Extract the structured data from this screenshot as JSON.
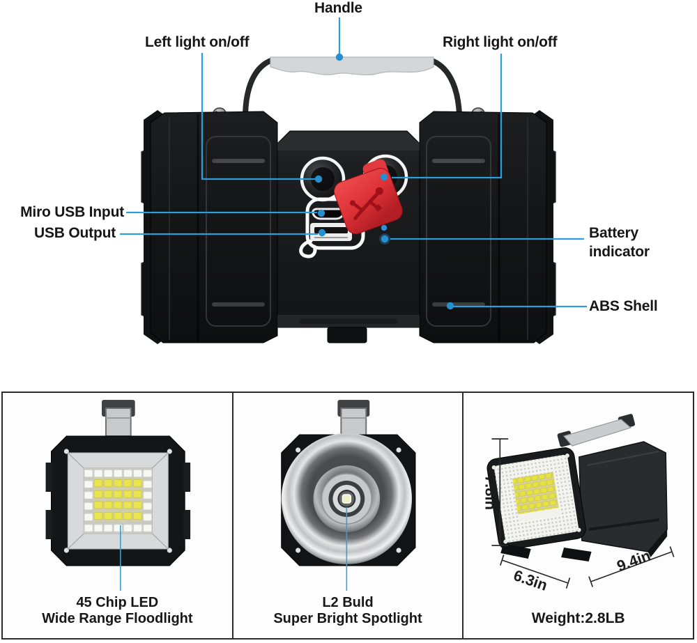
{
  "callouts": {
    "handle": "Handle",
    "left_light": "Left light on/off",
    "right_light": "Right light on/off",
    "micro_usb_input": "Miro USB Input",
    "usb_output": "USB Output",
    "battery_indicator": [
      "Battery",
      "indicator"
    ],
    "abs_shell": "ABS Shell"
  },
  "panels": {
    "floodlight": {
      "caption": [
        "45 Chip LED",
        "Wide Range Floodlight"
      ]
    },
    "spotlight": {
      "caption": [
        "L2 Buld",
        "Super Bright Spotlight"
      ]
    },
    "dimensions": {
      "height": "7.8in",
      "depth": "6.3in",
      "width": "9.4in",
      "weight": "Weight:2.8LB"
    }
  },
  "colors": {
    "annotation_blue": "#2b9ddb",
    "battery_led_blue": "#2f8fd8",
    "tag_red": "#e23a3e",
    "led_yellow": "#e9e44f",
    "body_black": "#151617",
    "handle_gray": "#d4d6d8",
    "panel_border": "#2b2b2b"
  },
  "icons": {
    "usb_tag": "usb-icon",
    "screws": "screw-icon",
    "battery_dots": "battery-led-icon",
    "callout_dots": "callout-dot-icon"
  }
}
